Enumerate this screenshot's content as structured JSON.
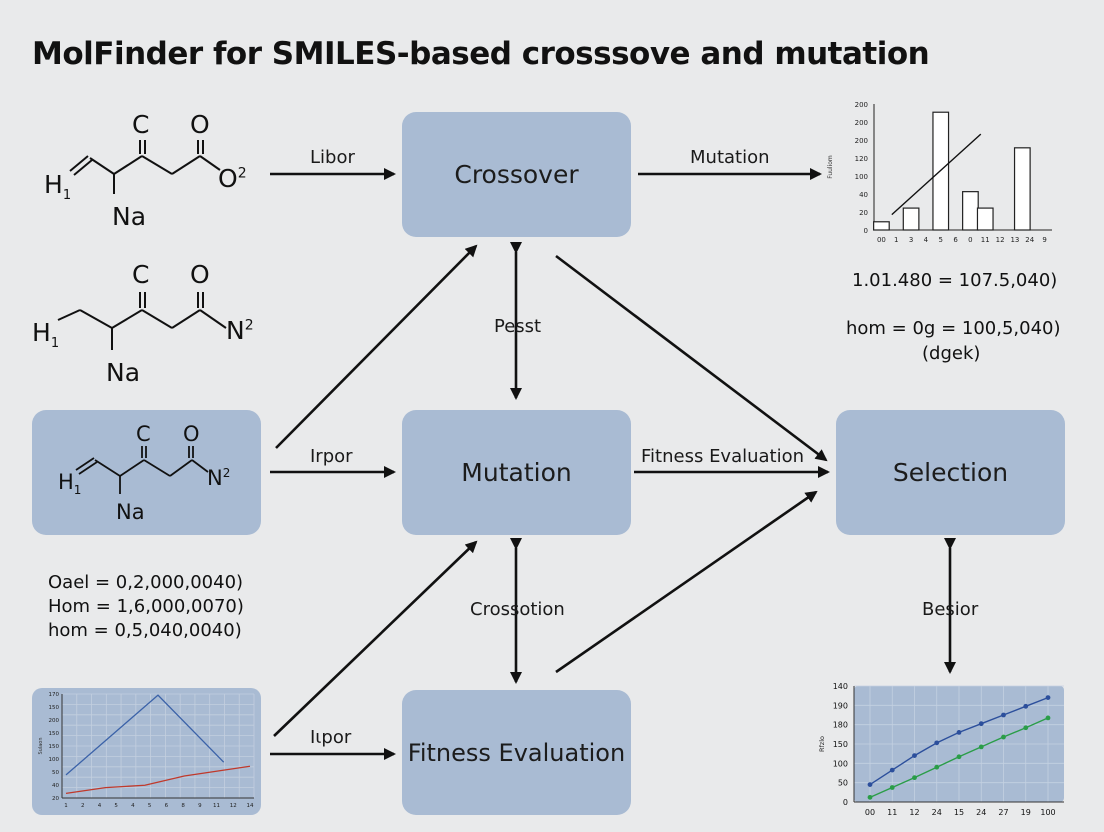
{
  "title": "MolFinder for SMILES-based crosssove and mutation",
  "nodes": {
    "crossover": "Crossover",
    "mutation": "Mutation",
    "selection": "Selection",
    "fitness": "Fitness Evaluation"
  },
  "edge_labels": {
    "libor": "Libor",
    "mutation_top": "Mutation",
    "pesst": "Pesst",
    "irpor_mid": "Irpor",
    "fitness_eval": "Fitness Evaluation",
    "crossotion": "Crossotion",
    "besior": "Besior",
    "irpor_bottom": "Iιpor"
  },
  "molecules": [
    {
      "top_left": "C",
      "top_right": "O",
      "left": "H",
      "left_sub": "1",
      "right": "O",
      "right_sup": "2",
      "bottom": "Na"
    },
    {
      "top_left": "C",
      "top_right": "O",
      "left": "H",
      "left_sub": "1",
      "right": "N",
      "right_sup": "2",
      "bottom": "Na"
    },
    {
      "top_left": "C",
      "top_right": "O",
      "left": "H",
      "left_sub": "1",
      "right": "N",
      "right_sup": "2",
      "bottom": "Na"
    }
  ],
  "equations_right": [
    "1.01.480 = 107.5,040)",
    "hom = 0g = 100,5,040)",
    "(dgek)"
  ],
  "equations_left": [
    "Oael = 0,2,000,0040)",
    "Hom = 1,6,000,0070)",
    "hom = 0,5,040,0040)"
  ],
  "charts": {
    "top_right": {
      "type": "bar",
      "y_ticks": [
        "0",
        "20",
        "40",
        "100",
        "120",
        "200",
        "200",
        "200"
      ],
      "ylabel": "Fuuliom",
      "x_ticks": [
        "00",
        "1",
        "3",
        "4",
        "5",
        "6",
        "0",
        "11",
        "12",
        "13",
        "24",
        "9"
      ],
      "ylim": [
        0,
        230
      ],
      "bars": [
        {
          "at": 0.5,
          "value": 15
        },
        {
          "at": 2.5,
          "value": 40
        },
        {
          "at": 4.5,
          "value": 215
        },
        {
          "at": 6.5,
          "value": 70
        },
        {
          "at": 7.5,
          "value": 40
        },
        {
          "at": 10.0,
          "value": 150
        }
      ],
      "trend": [
        [
          1.2,
          28
        ],
        [
          7.2,
          175
        ]
      ]
    },
    "bottom_left": {
      "type": "line",
      "y_ticks": [
        "20",
        "40",
        "50",
        "100",
        "150",
        "150",
        "200",
        "150",
        "170"
      ],
      "ylabel": "Sulaon",
      "x_ticks": [
        "1",
        "2",
        "4",
        "5",
        "4",
        "5",
        "6",
        "8",
        "9",
        "11",
        "12",
        "14"
      ],
      "ylim": [
        0,
        180
      ],
      "series": [
        {
          "color": "#3b62a8",
          "points": [
            [
              0,
              40
            ],
            [
              7,
              178
            ],
            [
              12,
              62
            ]
          ]
        },
        {
          "color": "#c0392b",
          "points": [
            [
              0,
              8
            ],
            [
              3,
              18
            ],
            [
              6,
              22
            ],
            [
              9,
              38
            ],
            [
              14,
              55
            ]
          ]
        }
      ]
    },
    "bottom_right": {
      "type": "line",
      "y_ticks": [
        "0",
        "50",
        "100",
        "150",
        "180",
        "190",
        "140"
      ],
      "ylabel": "Rfzlo",
      "x_ticks": [
        "00",
        "11",
        "12",
        "24",
        "15",
        "24",
        "27",
        "19",
        "100"
      ],
      "ylim": [
        0,
        200
      ],
      "series": [
        {
          "color": "#2c4f9c",
          "points": [
            [
              0,
              30
            ],
            [
              1,
              55
            ],
            [
              2,
              80
            ],
            [
              3,
              102
            ],
            [
              4,
              120
            ],
            [
              5,
              135
            ],
            [
              6,
              150
            ],
            [
              7,
              165
            ],
            [
              8,
              180
            ]
          ]
        },
        {
          "color": "#2a9d48",
          "points": [
            [
              0,
              8
            ],
            [
              1,
              25
            ],
            [
              2,
              42
            ],
            [
              3,
              60
            ],
            [
              4,
              78
            ],
            [
              5,
              95
            ],
            [
              6,
              112
            ],
            [
              7,
              128
            ],
            [
              8,
              145
            ]
          ]
        }
      ]
    }
  },
  "colors": {
    "box": "#a9bbd3",
    "background": "#e9eaeb",
    "arrow": "#111111"
  }
}
